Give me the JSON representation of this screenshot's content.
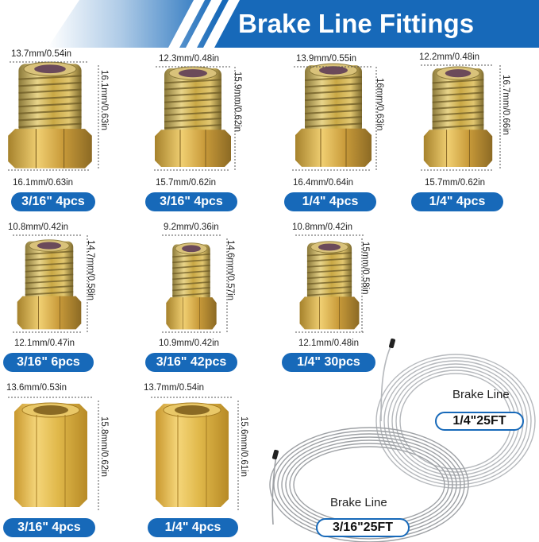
{
  "header": {
    "title": "Brake Line Fittings",
    "colors": {
      "band": "#1769b9",
      "stripe": "#ffffff"
    }
  },
  "fittings": [
    {
      "width_top": "13.7mm/0.54in",
      "height": "16.1mm/0.63in",
      "width_bottom": "16.1mm/0.63in",
      "label": "3/16\" 4pcs"
    },
    {
      "width_top": "12.3mm/0.48in",
      "height": "15.9mm/0.62in",
      "width_bottom": "15.7mm/0.62in",
      "label": "3/16\" 4pcs"
    },
    {
      "width_top": "13.9mm/0.55in",
      "height": "16mm/0.63in",
      "width_bottom": "16.4mm/0.64in",
      "label": "1/4\" 4pcs"
    },
    {
      "width_top": "12.2mm/0.48in",
      "height": "16.7mm/0.66in",
      "width_bottom": "15.7mm/0.62in",
      "label": "1/4\" 4pcs"
    },
    {
      "width_top": "10.8mm/0.42in",
      "height": "14.7mm/0.58in",
      "width_bottom": "12.1mm/0.47in",
      "label": "3/16\" 6pcs"
    },
    {
      "width_top": "9.2mm/0.36in",
      "height": "14.6mm/0.57in",
      "width_bottom": "10.9mm/0.42in",
      "label": "3/16\" 42pcs"
    },
    {
      "width_top": "10.8mm/0.42in",
      "height": "15mm/0.58in",
      "width_bottom": "12.1mm/0.48in",
      "label": "1/4\" 30pcs"
    }
  ],
  "unions": [
    {
      "width_top": "13.6mm/0.53in",
      "height": "15.8mm/0.62in",
      "label": "3/16\" 4pcs"
    },
    {
      "width_top": "13.7mm/0.54in",
      "height": "15.6mm/0.61in",
      "label": "1/4\" 4pcs"
    }
  ],
  "brake_lines": [
    {
      "title": "Brake Line",
      "size": "1/4\"25FT"
    },
    {
      "title": "Brake Line",
      "size": "3/16\"25FT"
    }
  ],
  "colors": {
    "badge": "#1769b9",
    "fitting_metal": "#c9a845",
    "union_brass": "#e0b84a",
    "tube": "#b9bcc0"
  }
}
